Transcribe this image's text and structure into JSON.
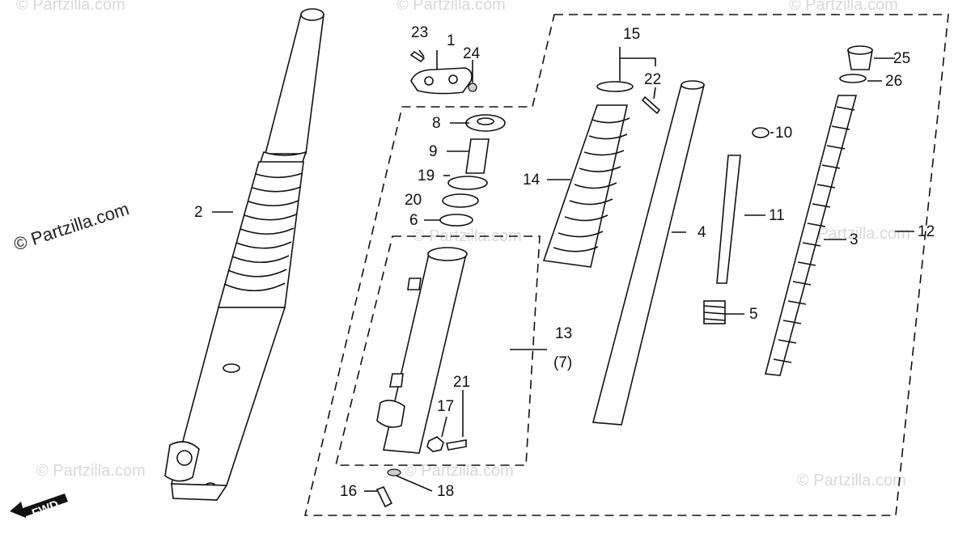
{
  "watermark": {
    "main": "© Partzilla.com",
    "faint": "© Partzilla.com"
  },
  "fwd_label": "FWD",
  "callouts": {
    "p1": "1",
    "p2": "2",
    "p3": "3",
    "p4": "4",
    "p5": "5",
    "p6": "6",
    "p8": "8",
    "p9": "9",
    "p10": "10",
    "p11": "11",
    "p12": "12",
    "p13": "13",
    "p13b": "(7)",
    "p14": "14",
    "p15": "15",
    "p16": "16",
    "p17": "17",
    "p18": "18",
    "p19": "19",
    "p20": "20",
    "p21": "21",
    "p22": "22",
    "p23": "23",
    "p24": "24",
    "p25": "25",
    "p26": "26"
  }
}
